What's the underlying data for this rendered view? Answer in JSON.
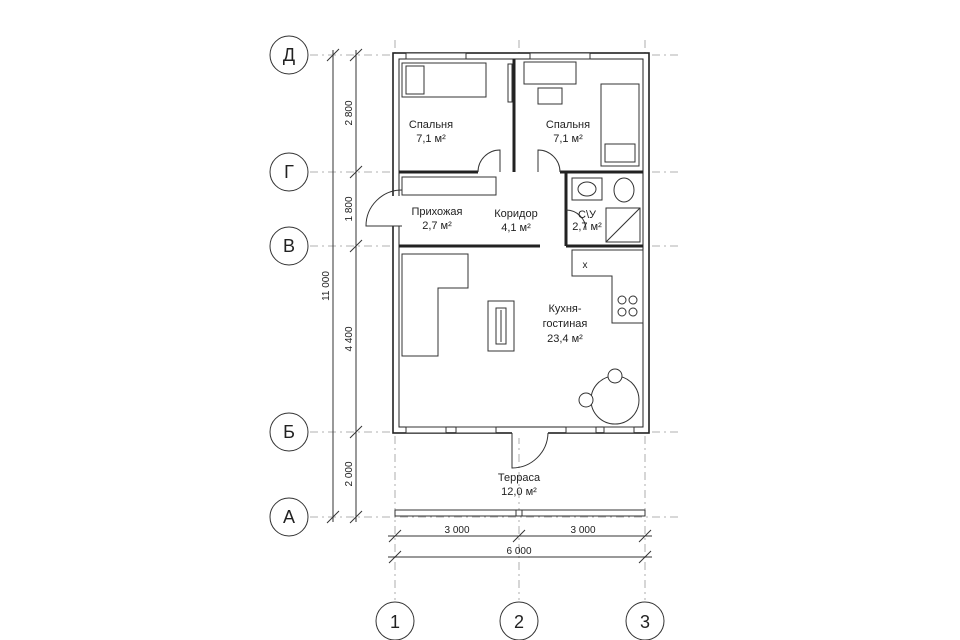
{
  "axes": {
    "rows": [
      "Д",
      "Г",
      "В",
      "Б",
      "А"
    ],
    "columns": [
      "1",
      "2",
      "3"
    ]
  },
  "dimensions": {
    "left": [
      "2 800",
      "1 800",
      "4 400",
      "2 000"
    ],
    "total_height": "11 000",
    "bottom": [
      "3 000",
      "3 000"
    ],
    "total_width": "6 000"
  },
  "rooms": {
    "bedroom_left": {
      "name": "Спальня",
      "area": "7,1 м²"
    },
    "bedroom_right": {
      "name": "Спальня",
      "area": "7,1 м²"
    },
    "hallway": {
      "name": "Прихожая",
      "area": "2,7 м²"
    },
    "corridor": {
      "name": "Коридор",
      "area": "4,1 м²"
    },
    "bathroom": {
      "name": "С\\У",
      "area": "2,7 м²"
    },
    "kitchen": {
      "name_line1": "Кухня-",
      "name_line2": "гостиная",
      "area": "23,4 м²"
    },
    "terrace": {
      "name": "Терраса",
      "area": "12,0 м²"
    }
  },
  "misc": {
    "stove_mark": "x"
  }
}
